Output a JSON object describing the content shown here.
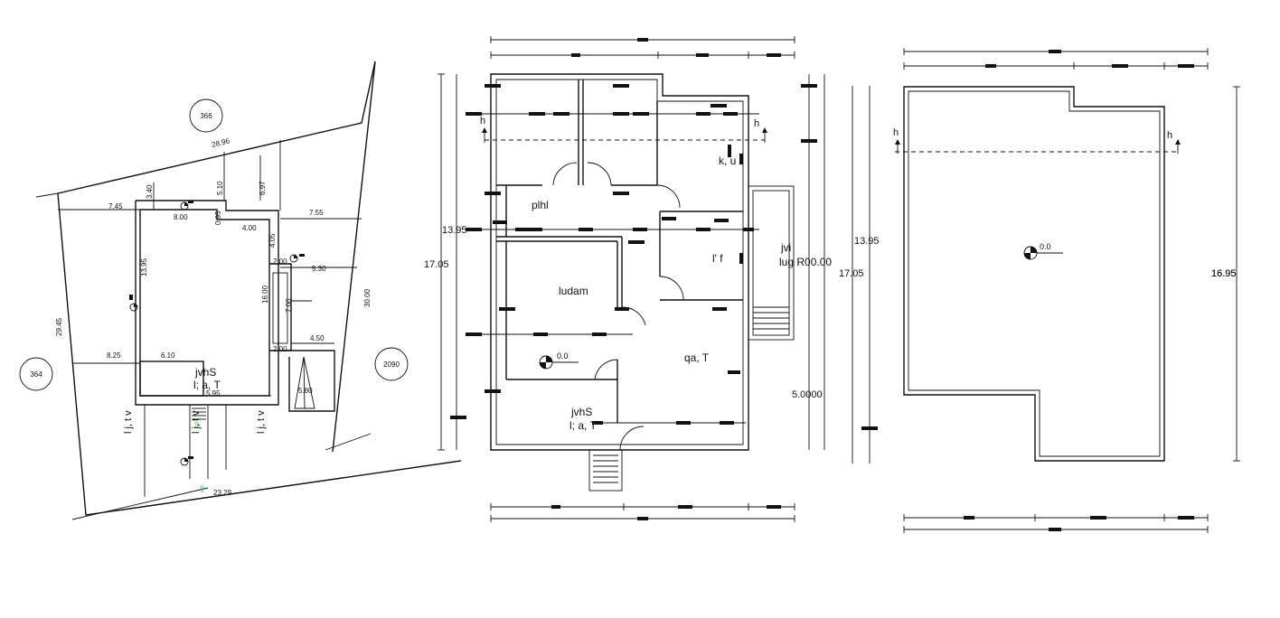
{
  "site_plan": {
    "plot_labels": [
      "366",
      "364",
      "2090"
    ],
    "dimensions": [
      "28.96",
      "7.45",
      "3.40",
      "5.10",
      "6.97",
      "7.55",
      "8.00",
      "0.95",
      "4.00",
      "4.05",
      "2.00",
      "5.30",
      "13.95",
      "16.00",
      "7.00",
      "29.45",
      "30.00",
      "8.25",
      "6.10",
      "2.00",
      "4.50",
      "5.95",
      "5.80",
      "23.29"
    ],
    "room_labels": [
      "jvhS",
      "l; a, T"
    ],
    "road_labels": [
      "l j, t v",
      "l j, t v",
      "l j, t v"
    ]
  },
  "floor_plan": {
    "room_labels": [
      "plhl",
      "k, u",
      "ludam",
      "l' f",
      "jvi",
      "lug R00.00",
      "qa, T",
      "jvhS",
      "l; a, T"
    ],
    "level": "0.0",
    "section_marks": [
      "h",
      "h"
    ],
    "dimensions": [
      "13.95",
      "17.05",
      "13.95",
      "17.05",
      "16.95",
      "5.0000"
    ]
  },
  "roof_plan": {
    "level": "0.0",
    "section_marks": [
      "h",
      "h"
    ],
    "dimensions": [
      "16.95"
    ]
  }
}
